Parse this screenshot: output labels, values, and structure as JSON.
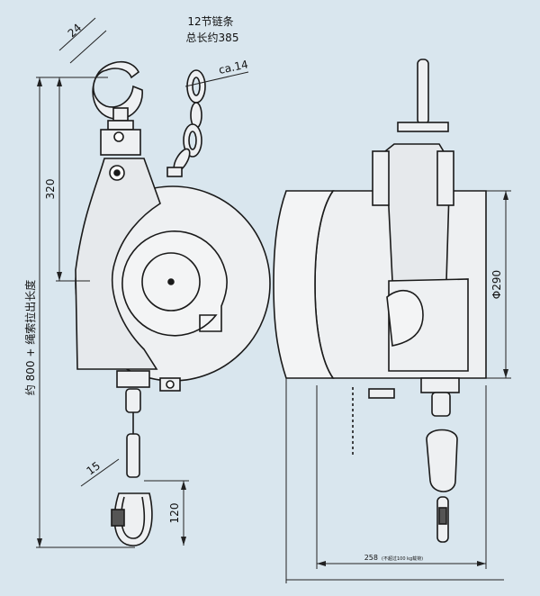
{
  "labels": {
    "chain_line1": "12节链条",
    "chain_line2": "总长约385",
    "dim_24": "24",
    "dim_ca14": "ca.14",
    "dim_320": "320",
    "dim_vertical_total": "约 800 + 绳索拉出长度",
    "dim_15": "15",
    "dim_120": "120",
    "dim_phi290": "Φ290",
    "dim_258": "258",
    "dim_258_note": "(不超过100 kg载荷)"
  },
  "colors": {
    "background": "#d9e6ee",
    "body_fill": "#eef0f2",
    "outline": "#1a1a1a",
    "dim_line": "#222222"
  }
}
